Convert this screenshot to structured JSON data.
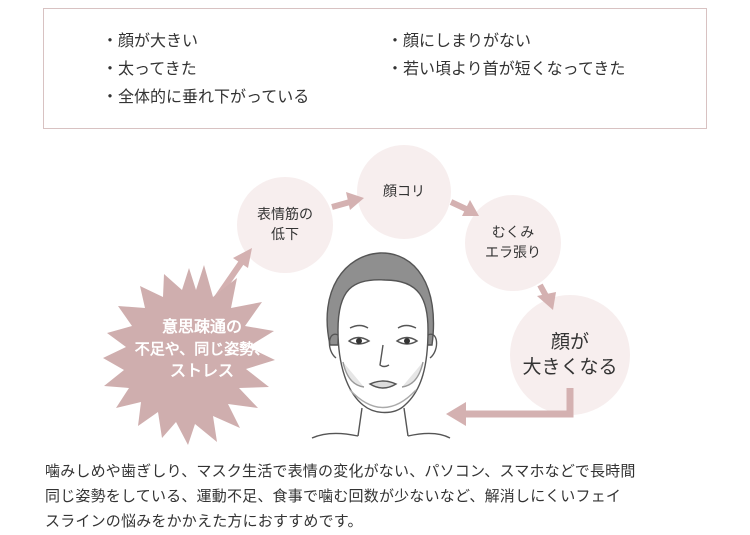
{
  "symptoms": {
    "left": [
      "・顔が大きい",
      "・太ってきた",
      "・全体的に垂れ下がっている"
    ],
    "right": [
      "・顔にしまりがない",
      "・若い頃より首が短くなってきた"
    ]
  },
  "cause": {
    "lines": [
      "意思疎通の",
      "不足や、同じ姿勢、",
      "ストレス"
    ]
  },
  "cycle": {
    "step1": [
      "表情筋の",
      "低下"
    ],
    "step2": [
      "顔コリ"
    ],
    "step3": [
      "むくみ",
      "エラ張り"
    ],
    "step4": [
      "顔が",
      "大きくなる"
    ]
  },
  "colors": {
    "accent": "#c9a9a9",
    "arrow": "#d4b1b1",
    "circle_fill": "#f7eeee",
    "burst": "#cfaeae"
  },
  "description": {
    "lines": [
      "噛みしめや歯ぎしり、マスク生活で表情の変化がない、パソコン、スマホなどで長時間",
      "同じ姿勢をしている、運動不足、食事で噛む回数が少ないなど、解消しにくいフェイ",
      "スラインの悩みをかかえた方におすすめです。"
    ]
  }
}
